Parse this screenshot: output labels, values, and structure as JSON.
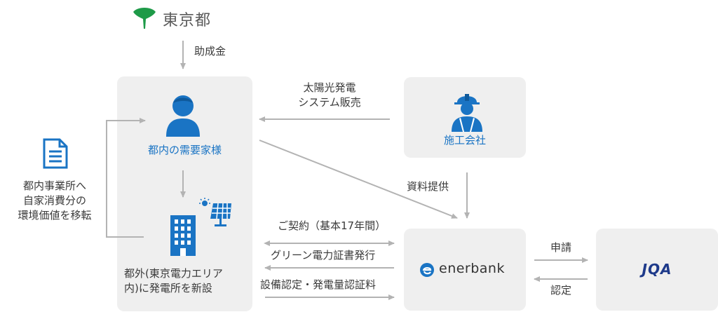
{
  "tokyo": {
    "name": "東京都"
  },
  "labels": {
    "subsidy": "助成金",
    "solar_sales_line1": "太陽光発電",
    "solar_sales_line2": "システム販売",
    "materials": "資料提供",
    "contract": "ご契約（基本17年間）",
    "green_cert": "グリーン電力証書発行",
    "facility_cert": "設備認定・発電量認証料",
    "apply": "申請",
    "certify": "認定",
    "transfer_line1": "都内事業所へ",
    "transfer_line2": "自家消費分の",
    "transfer_line3": "環境価値を移転"
  },
  "nodes": {
    "customer": "都内の需要家様",
    "contractor": "施工会社",
    "plant_line1": "都外(東京電力エリア",
    "plant_line2": "内)に発電所を新設",
    "enerbank": "enerbank",
    "jqa": "JQA"
  },
  "colors": {
    "accent_blue": "#1a74c4",
    "box_gray": "#efefef",
    "arrow_gray": "#b3b3b3"
  }
}
